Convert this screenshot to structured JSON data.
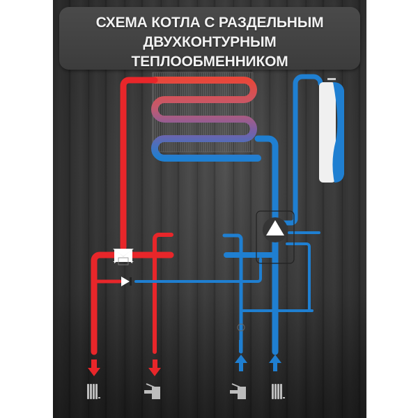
{
  "title": {
    "lines": [
      "СХЕМА КОТЛА С РАЗДЕЛЬНЫМ",
      "ДВУХКОНТУРНЫМ",
      "ТЕПЛООБМЕННИКОМ"
    ]
  },
  "colors": {
    "hot": "#e8262a",
    "cold": "#1f7fd1",
    "background": "#3b3b3b",
    "title_box": "#444444",
    "icon_gray": "#bdbdbd",
    "tank_white": "#f0f0f0"
  },
  "components": {
    "heat_exchanger": "primary-heat-exchanger-coil",
    "three_way_valve": "three-way-valve",
    "pump": "circulation-pump",
    "expansion_tank": "expansion-tank",
    "bypass_valve": "bypass-check-valve"
  },
  "outputs": [
    {
      "id": "heating-supply",
      "direction": "down",
      "color": "hot",
      "icon": "radiator-icon"
    },
    {
      "id": "hot-water-out",
      "direction": "down",
      "color": "hot",
      "icon": "faucet-icon"
    },
    {
      "id": "cold-water-in",
      "direction": "up",
      "color": "cold",
      "icon": "faucet-icon"
    },
    {
      "id": "heating-return",
      "direction": "up",
      "color": "cold",
      "icon": "radiator-icon"
    }
  ]
}
